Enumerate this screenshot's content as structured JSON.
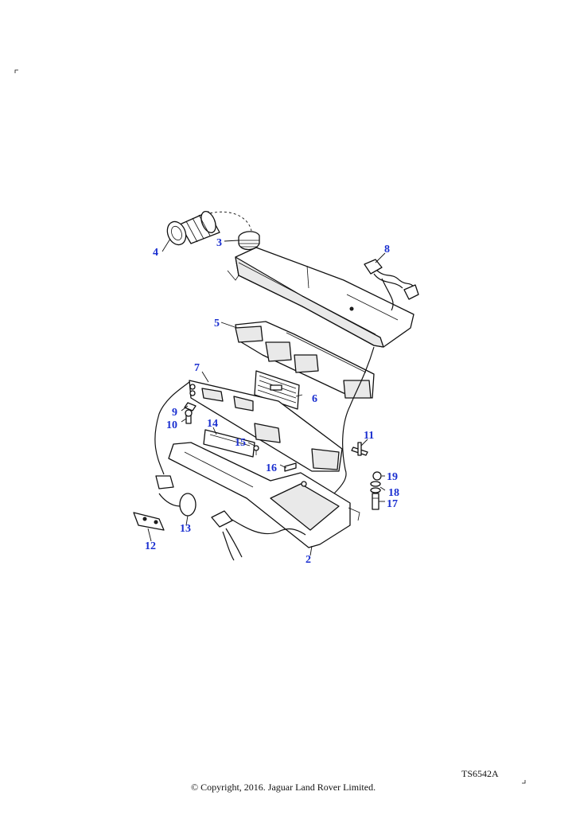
{
  "diagram": {
    "callouts": [
      "4",
      "3",
      "8",
      "5",
      "7",
      "6",
      "9",
      "10",
      "14",
      "15",
      "11",
      "16",
      "19",
      "18",
      "17",
      "12",
      "13",
      "2"
    ],
    "reference_code": "TS6542A",
    "copyright": "© Copyright, 2016. Jaguar Land Rover Limited."
  },
  "colors": {
    "callout": "#1a2fd0",
    "line": "#111111",
    "background": "#ffffff"
  }
}
